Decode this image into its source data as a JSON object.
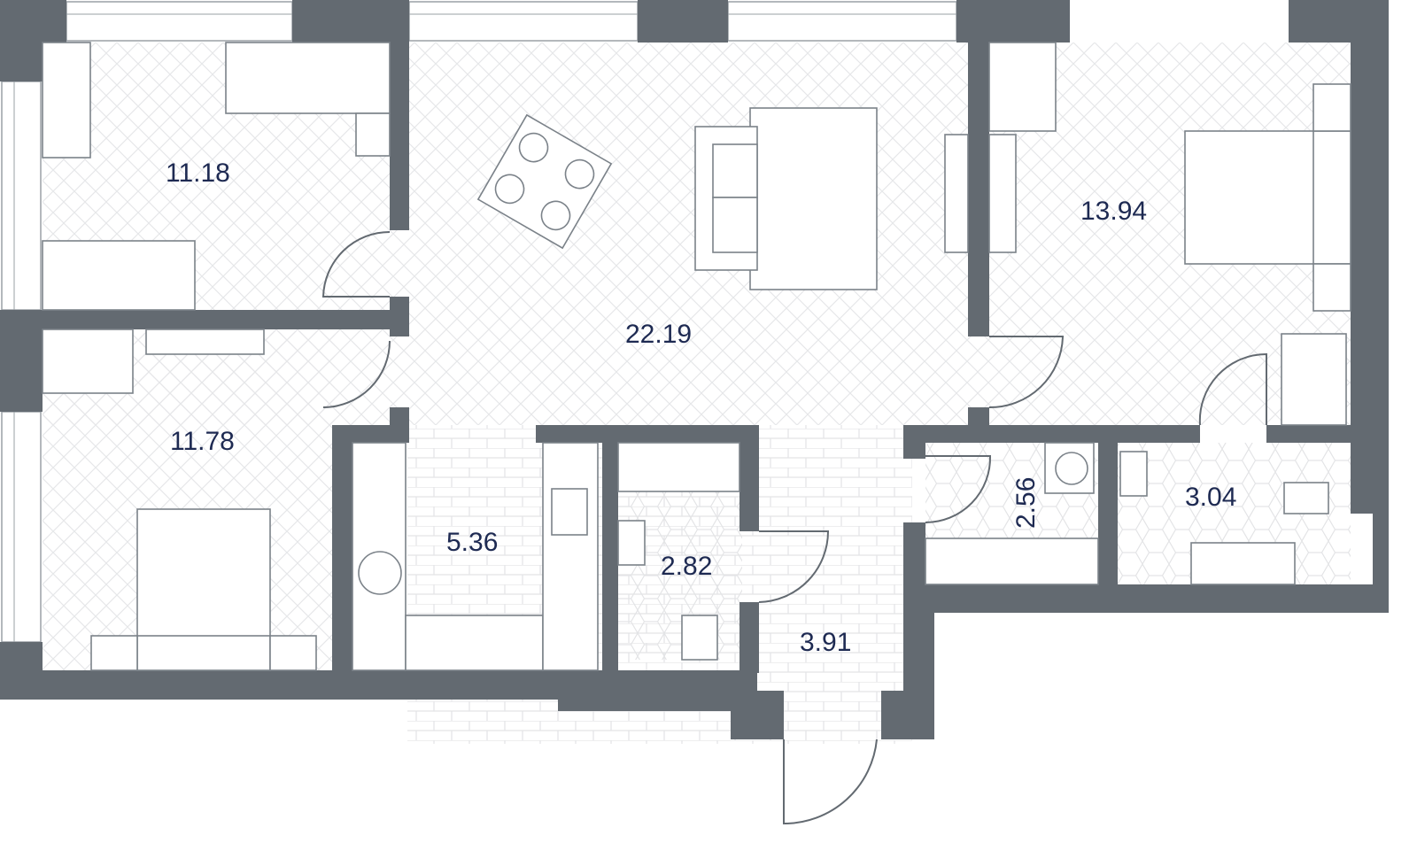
{
  "rooms": [
    {
      "id": "bedroom-top-left",
      "area": "11.18"
    },
    {
      "id": "bedroom-bottom-left",
      "area": "11.78"
    },
    {
      "id": "living-room",
      "area": "22.19"
    },
    {
      "id": "bedroom-right",
      "area": "13.94"
    },
    {
      "id": "kitchen",
      "area": "5.36"
    },
    {
      "id": "bathroom-small",
      "area": "2.82"
    },
    {
      "id": "hallway",
      "area": "3.91"
    },
    {
      "id": "laundry",
      "area": "2.56"
    },
    {
      "id": "bathroom-large",
      "area": "3.04"
    }
  ],
  "colors": {
    "wall": "#636a71",
    "label": "#1e2a52"
  }
}
